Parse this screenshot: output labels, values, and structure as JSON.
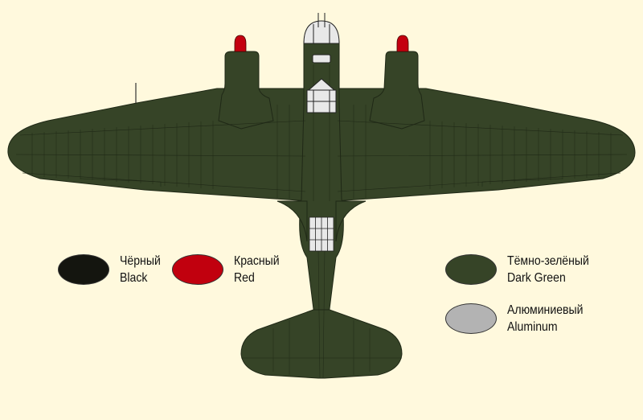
{
  "colors": {
    "background": "#fff9dd",
    "dark_green": "#364427",
    "panel_line": "#1f2816",
    "red": "#c4000f",
    "glass": "#e8e8e8"
  },
  "legend": [
    {
      "ru": "Чёрный",
      "en": "Black",
      "color": "#14150f"
    },
    {
      "ru": "Красный",
      "en": "Red",
      "color": "#c1000e"
    },
    {
      "ru": "Тёмно-зелёный",
      "en": "Dark Green",
      "color": "#364427"
    },
    {
      "ru": "Алюминиевый",
      "en": "Aluminum",
      "color": "#b3b3b3"
    }
  ]
}
